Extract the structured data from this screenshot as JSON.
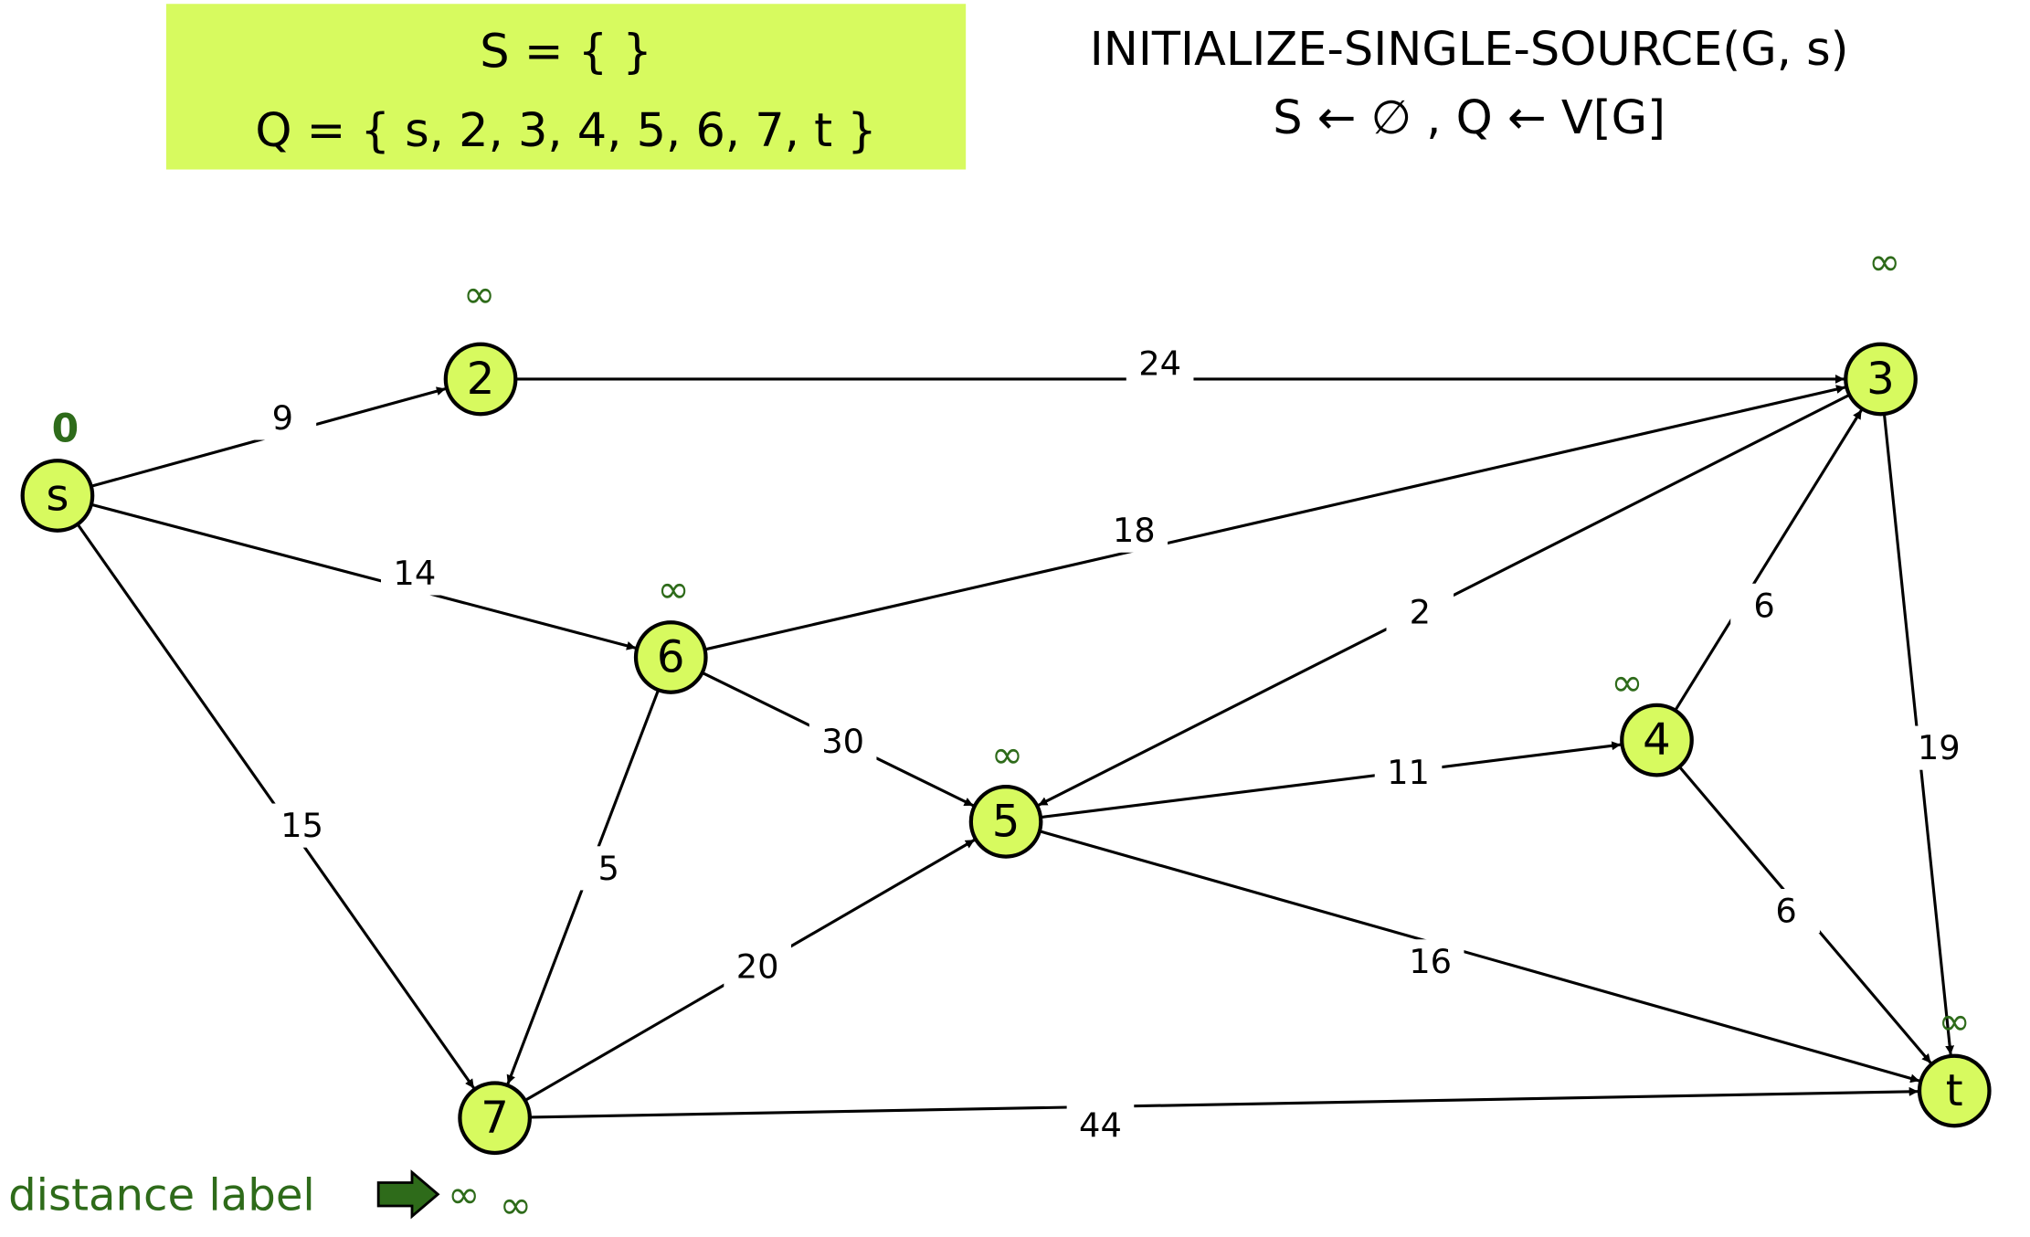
{
  "sets_box": {
    "s_line": "S = {  }",
    "q_line": "Q = { s, 2, 3, 4, 5, 6, 7, t }"
  },
  "heading": {
    "line1": "INITIALIZE-SINGLE-SOURCE(G, s)",
    "line2": "S ← ∅ , Q ← V[G]"
  },
  "nodes": [
    {
      "id": "s",
      "label": "s",
      "distance": "0"
    },
    {
      "id": "2",
      "label": "2",
      "distance": "∞"
    },
    {
      "id": "3",
      "label": "3",
      "distance": "∞"
    },
    {
      "id": "4",
      "label": "4",
      "distance": "∞"
    },
    {
      "id": "5",
      "label": "5",
      "distance": "∞"
    },
    {
      "id": "6",
      "label": "6",
      "distance": "∞"
    },
    {
      "id": "7",
      "label": "7",
      "distance": "∞"
    },
    {
      "id": "t",
      "label": "t",
      "distance": "∞"
    }
  ],
  "edges": [
    {
      "from": "s",
      "to": "2",
      "weight": "9"
    },
    {
      "from": "s",
      "to": "6",
      "weight": "14"
    },
    {
      "from": "s",
      "to": "7",
      "weight": "15"
    },
    {
      "from": "2",
      "to": "3",
      "weight": "24"
    },
    {
      "from": "6",
      "to": "3",
      "weight": "18"
    },
    {
      "from": "3",
      "to": "5",
      "weight": "2"
    },
    {
      "from": "4",
      "to": "3",
      "weight": "6"
    },
    {
      "from": "6",
      "to": "5",
      "weight": "30"
    },
    {
      "from": "6",
      "to": "7",
      "weight": "5"
    },
    {
      "from": "5",
      "to": "4",
      "weight": "11"
    },
    {
      "from": "3",
      "to": "t",
      "weight": "19"
    },
    {
      "from": "4",
      "to": "t",
      "weight": "6"
    },
    {
      "from": "7",
      "to": "5",
      "weight": "20"
    },
    {
      "from": "5",
      "to": "t",
      "weight": "16"
    },
    {
      "from": "7",
      "to": "t",
      "weight": "44"
    }
  ],
  "legend": {
    "label": "distance label",
    "example_value": "∞"
  },
  "colors": {
    "node_fill": "#d7fa5f",
    "distance_green": "#2e6b1a"
  }
}
